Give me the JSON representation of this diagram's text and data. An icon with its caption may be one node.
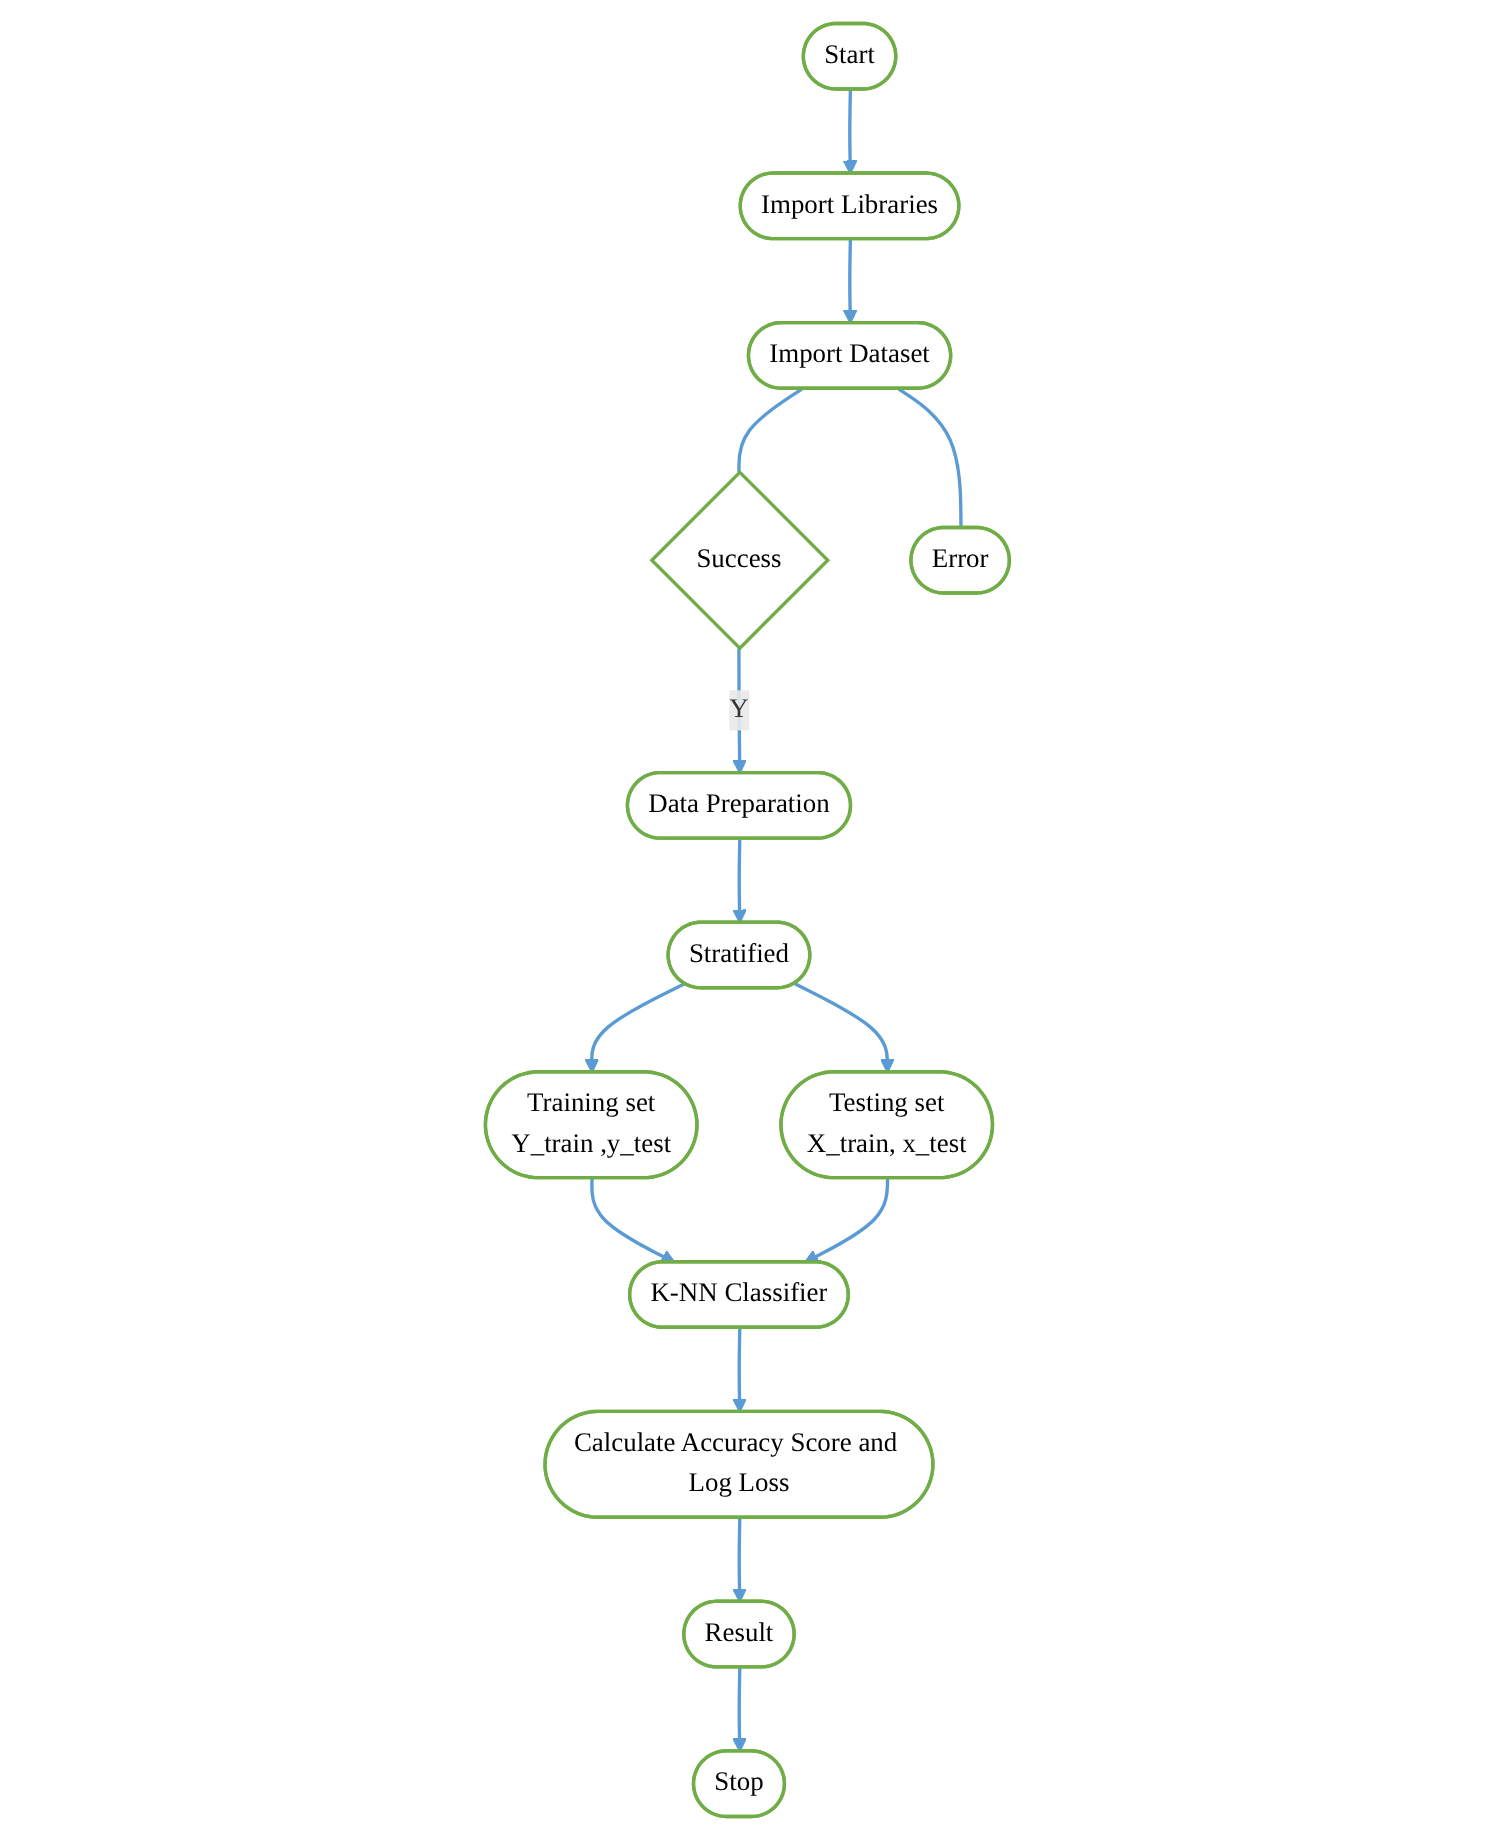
{
  "diagram": {
    "nodes": [
      {
        "text": [
          "Start"
        ]
      },
      {
        "text": [
          "Import Libraries"
        ]
      },
      {
        "text": [
          "Import Dataset"
        ]
      },
      {
        "text": [
          "Success"
        ]
      },
      {
        "text": [
          "Error"
        ]
      },
      {
        "text": [
          "Data Preparation"
        ]
      },
      {
        "text": [
          "Stratified"
        ]
      },
      {
        "text": [
          "Training set",
          "Y_train ,y_test"
        ]
      },
      {
        "text": [
          "Testing set",
          "X_train, x_test"
        ]
      },
      {
        "text": [
          "K-NN Classifier"
        ]
      },
      {
        "text": [
          "Calculate Accuracy Score and Log Loss"
        ]
      },
      {
        "text": [
          "Result"
        ]
      },
      {
        "text": [
          "Stop"
        ]
      }
    ],
    "edges": [
      {
        "from": 0,
        "to": 1,
        "arrow": "to"
      },
      {
        "from": 1,
        "to": 2,
        "arrow": "to"
      },
      {
        "from": 2,
        "to": 3,
        "arrow": "none"
      },
      {
        "from": 2,
        "to": 4,
        "arrow": "none"
      },
      {
        "from": 3,
        "to": 5,
        "arrow": "to",
        "label": "Y"
      },
      {
        "from": 5,
        "to": 6,
        "arrow": "to"
      },
      {
        "from": 6,
        "to": 7,
        "arrow": "to"
      },
      {
        "from": 6,
        "to": 8,
        "arrow": "to"
      },
      {
        "from": 7,
        "to": 9,
        "arrow": "to"
      },
      {
        "from": 8,
        "to": 9,
        "arrow": "to"
      },
      {
        "from": 9,
        "to": 10,
        "arrow": "to"
      },
      {
        "from": 10,
        "to": 11,
        "arrow": "to"
      },
      {
        "from": 11,
        "to": 12,
        "arrow": "to"
      }
    ]
  }
}
